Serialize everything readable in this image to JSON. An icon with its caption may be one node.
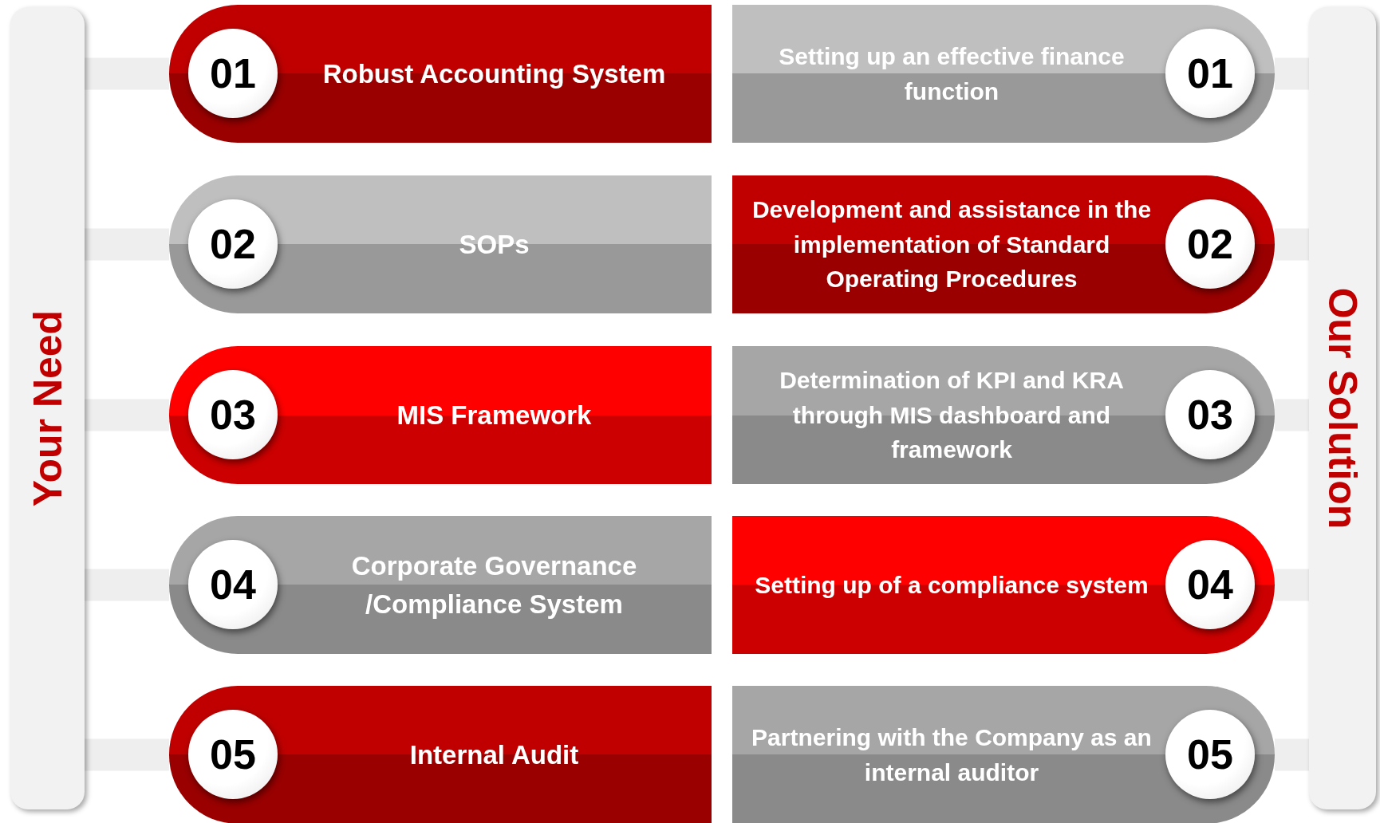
{
  "diagram": {
    "nodes": [
      {
        "text": [
          "Your Need"
        ]
      },
      {
        "text": [
          "Our Solution"
        ]
      },
      {
        "text": [
          "01",
          "Robust Accounting System"
        ]
      },
      {
        "text": [
          "Setting up an effective finance function",
          "01"
        ]
      },
      {
        "text": [
          "02",
          "SOPs"
        ]
      },
      {
        "text": [
          "Development and assistance in the implementation of Standard Operating Procedures",
          "02"
        ]
      },
      {
        "text": [
          "03",
          "MIS Framework"
        ]
      },
      {
        "text": [
          "Determination of KPI and KRA through MIS dashboard and framework",
          "03"
        ]
      },
      {
        "text": [
          "04",
          "Corporate Governance /Compliance System"
        ]
      },
      {
        "text": [
          "Setting up of a compliance system",
          "04"
        ]
      },
      {
        "text": [
          "05",
          "Internal Audit"
        ]
      },
      {
        "text": [
          "Partnering with the Company as an internal auditor",
          "05"
        ]
      }
    ],
    "edges": [
      {
        "from": 0,
        "to": 2,
        "arrow": "none"
      },
      {
        "from": 1,
        "to": 3,
        "arrow": "none"
      },
      {
        "from": 0,
        "to": 4,
        "arrow": "none"
      },
      {
        "from": 1,
        "to": 5,
        "arrow": "none"
      },
      {
        "from": 0,
        "to": 6,
        "arrow": "none"
      },
      {
        "from": 1,
        "to": 7,
        "arrow": "none"
      },
      {
        "from": 0,
        "to": 8,
        "arrow": "none"
      },
      {
        "from": 1,
        "to": 9,
        "arrow": "none"
      },
      {
        "from": 0,
        "to": 10,
        "arrow": "none"
      },
      {
        "from": 1,
        "to": 11,
        "arrow": "none"
      }
    ]
  }
}
